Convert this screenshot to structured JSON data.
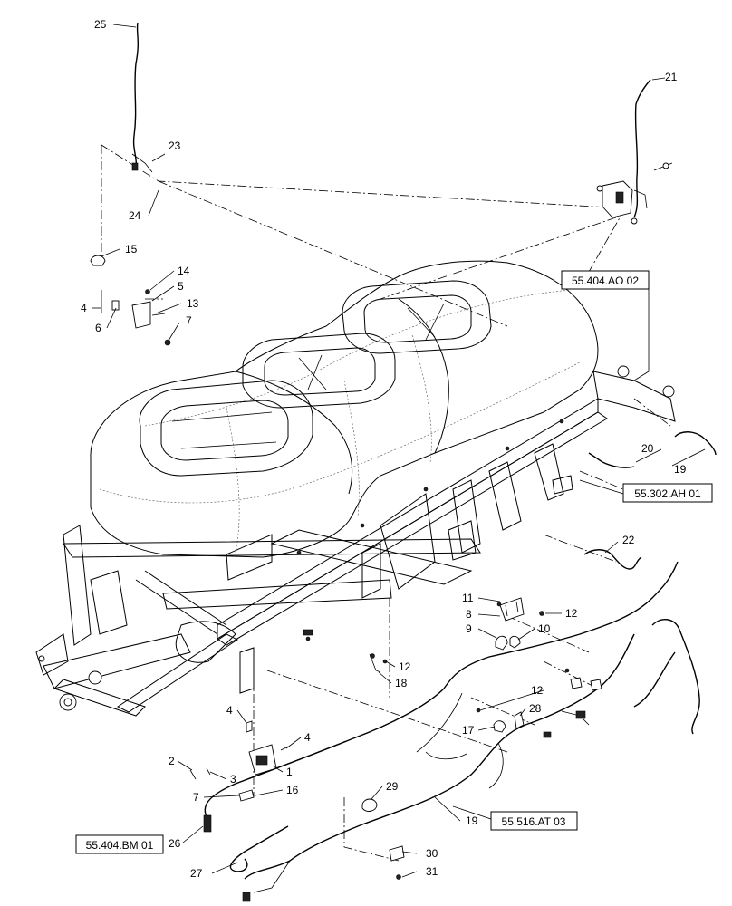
{
  "references": {
    "ref_ao02": "55.404.AO 02",
    "ref_ah01": "55.302.AH 01",
    "ref_bm01": "55.404.BM 01",
    "ref_at03": "55.516.AT 03"
  },
  "callouts": {
    "c25": "25",
    "c23": "23",
    "c24": "24",
    "c21": "21",
    "c15": "15",
    "c14": "14",
    "c5": "5",
    "c13": "13",
    "c4a": "4",
    "c6": "6",
    "c7a": "7",
    "c20": "20",
    "c19a": "19",
    "c22": "22",
    "c11": "11",
    "c8": "8",
    "c12a": "12",
    "c9": "9",
    "c10": "10",
    "c12b": "12",
    "c18": "18",
    "c4b": "4",
    "c4c": "4",
    "c2": "2",
    "c3": "3",
    "c1": "1",
    "c7b": "7",
    "c16": "16",
    "c12c": "12",
    "c28": "28",
    "c17": "17",
    "c29": "29",
    "c19b": "19",
    "c26": "26",
    "c27": "27",
    "c30": "30",
    "c31": "31"
  }
}
